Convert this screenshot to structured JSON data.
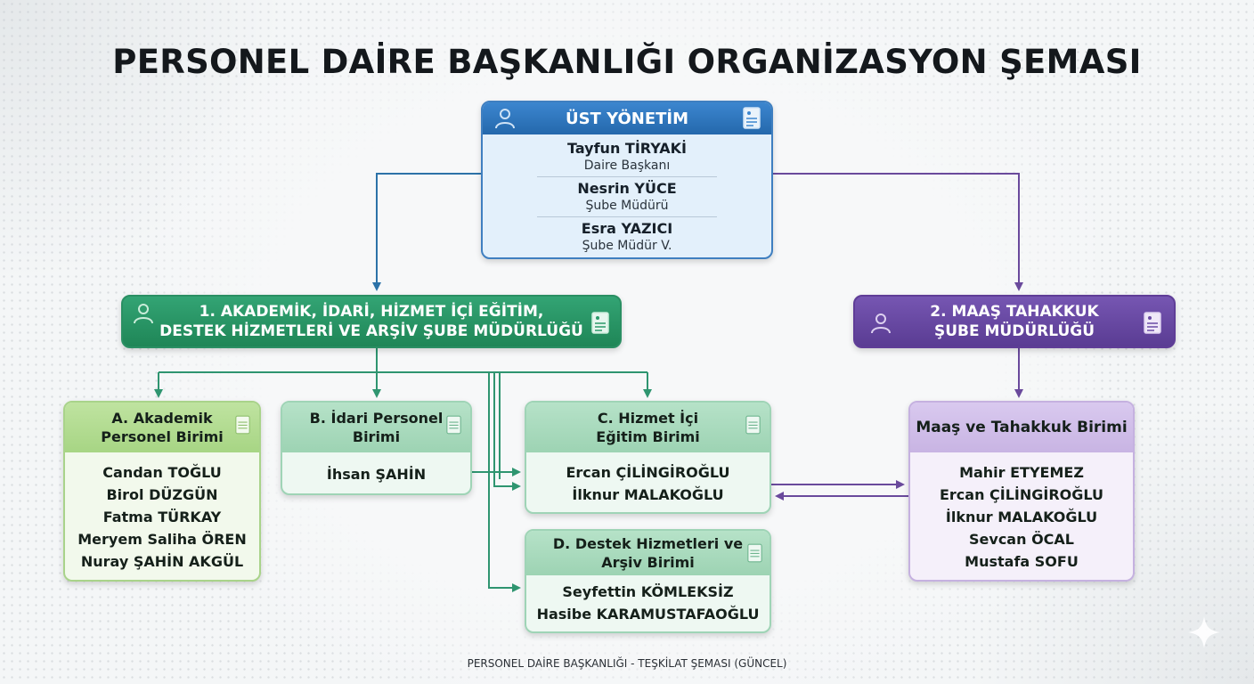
{
  "title": "PERSONEL DAİRE BAŞKANLIĞI ORGANİZASYON ŞEMASI",
  "top": {
    "header": "ÜST YÖNETİM",
    "members": [
      {
        "name": "Tayfun TİRYAKİ",
        "title": "Daire Başkanı"
      },
      {
        "name": "Nesrin YÜCE",
        "title": "Şube Müdürü"
      },
      {
        "name": "Esra YAZICI",
        "title": "Şube Müdür V."
      }
    ]
  },
  "divisions": [
    {
      "label_line1": "1. AKADEMİK, İDARİ, HİZMET İÇİ EĞİTİM,",
      "label_line2": "DESTEK HİZMETLERİ VE ARŞİV ŞUBE MÜDÜRLÜĞÜ",
      "color": "#2a9a69"
    },
    {
      "label_line1": "2. MAAŞ TAHAKKUK",
      "label_line2": "ŞUBE MÜDÜRLÜĞÜ",
      "color": "#6a4aa5"
    }
  ],
  "units": {
    "a": {
      "title_line1": "A. Akademik",
      "title_line2": "Personel Birimi",
      "staff": [
        "Candan TOĞLU",
        "Birol DÜZGÜN",
        "Fatma TÜRKAY",
        "Meryem Saliha ÖREN",
        "Nuray ŞAHİN AKGÜL"
      ]
    },
    "b": {
      "title_line1": "B. İdari Personel",
      "title_line2": "Birimi",
      "staff": [
        "İhsan ŞAHİN"
      ]
    },
    "c": {
      "title_line1": "C. Hizmet İçi",
      "title_line2": "Eğitim Birimi",
      "staff": [
        "Ercan ÇİLİNGİROĞLU",
        "İlknur MALAKOĞLU"
      ]
    },
    "d": {
      "title_line1": "D. Destek Hizmetleri ve",
      "title_line2": "Arşiv Birimi",
      "staff": [
        "Seyfettin KÖMLEKSİZ",
        "Hasibe KARAMUSTAFAOĞLU"
      ]
    },
    "e": {
      "title_line1": "Maaş ve Tahakkuk Birimi",
      "staff": [
        "Mahir ETYEMEZ",
        "Ercan ÇİLİNGİROĞLU",
        "İlknur MALAKOĞLU",
        "Sevcan ÖCAL",
        "Mustafa SOFU"
      ]
    }
  },
  "colors": {
    "top_header": "#2d78c0",
    "connector_blue": "#2c72a8",
    "connector_green": "#2f9570",
    "connector_purple": "#6a4a9c"
  },
  "icons": {
    "header_icon": "document-icon",
    "division_icon": "person-icon"
  },
  "footer": "PERSONEL DAİRE BAŞKANLIĞI - TEŞKİLAT ŞEMASI (GÜNCEL)"
}
